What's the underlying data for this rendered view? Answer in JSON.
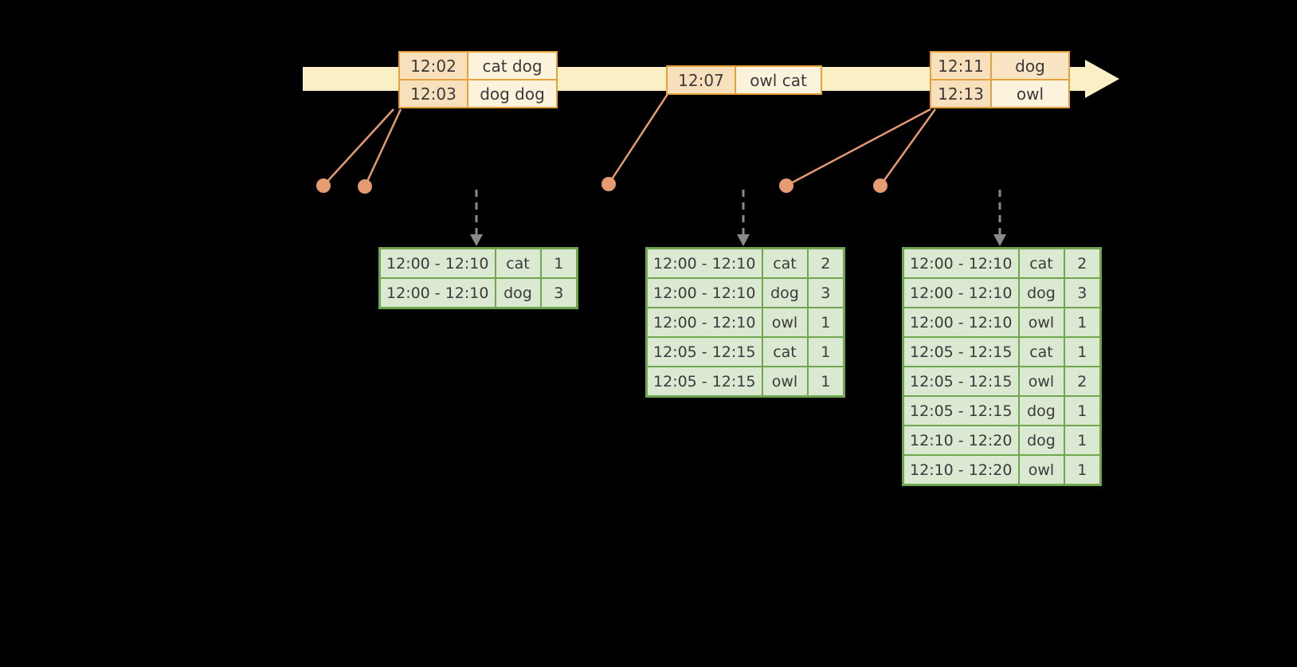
{
  "event_tables": [
    {
      "rows": [
        {
          "time": "12:02",
          "words": "cat dog"
        },
        {
          "time": "12:03",
          "words": "dog dog"
        }
      ]
    },
    {
      "rows": [
        {
          "time": "12:07",
          "words": "owl cat"
        }
      ]
    },
    {
      "rows": [
        {
          "time": "12:11",
          "words": "dog"
        },
        {
          "time": "12:13",
          "words": "owl"
        }
      ]
    }
  ],
  "result_tables": [
    {
      "rows": [
        {
          "window": "12:00 - 12:10",
          "word": "cat",
          "count": "1"
        },
        {
          "window": "12:00 - 12:10",
          "word": "dog",
          "count": "3"
        }
      ]
    },
    {
      "rows": [
        {
          "window": "12:00 - 12:10",
          "word": "cat",
          "count": "2"
        },
        {
          "window": "12:00 - 12:10",
          "word": "dog",
          "count": "3"
        },
        {
          "window": "12:00 - 12:10",
          "word": "owl",
          "count": "1"
        },
        {
          "window": "12:05 - 12:15",
          "word": "cat",
          "count": "1"
        },
        {
          "window": "12:05 - 12:15",
          "word": "owl",
          "count": "1"
        }
      ]
    },
    {
      "rows": [
        {
          "window": "12:00 - 12:10",
          "word": "cat",
          "count": "2"
        },
        {
          "window": "12:00 - 12:10",
          "word": "dog",
          "count": "3"
        },
        {
          "window": "12:00 - 12:10",
          "word": "owl",
          "count": "1"
        },
        {
          "window": "12:05 - 12:15",
          "word": "cat",
          "count": "1"
        },
        {
          "window": "12:05 - 12:15",
          "word": "owl",
          "count": "2"
        },
        {
          "window": "12:05 - 12:15",
          "word": "dog",
          "count": "1"
        },
        {
          "window": "12:10 - 12:20",
          "word": "dog",
          "count": "1"
        },
        {
          "window": "12:10 - 12:20",
          "word": "owl",
          "count": "1"
        }
      ]
    }
  ],
  "colors": {
    "background": "#000000",
    "timeline_fill": "#FBEFC5",
    "event_table_border": "#E5A23C",
    "event_time_cell_fill": "#F9E0BC",
    "event_words_cell_fill": "#FCF3DC",
    "connector_and_dots": "#E69B71",
    "trigger_arrow": "#8A8A8A",
    "result_table_border": "#6FA74F",
    "result_cell_fill": "#DCE9D2",
    "table_text": "#3A3A3A"
  }
}
